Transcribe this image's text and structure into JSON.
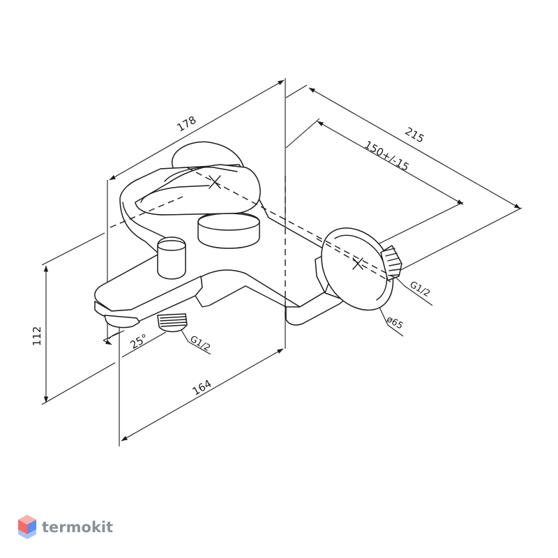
{
  "brand": {
    "name": "termokit",
    "color": "#8a8f98",
    "icon": "cube-logo-icon",
    "icon_colors": [
      "#f26a6a",
      "#5b8ef0"
    ]
  },
  "dimensions": {
    "overall_width": "178",
    "total_projection": "215",
    "wall_distance": "150+/-15",
    "height": "112",
    "spout_reach": "164",
    "spout_angle": "25°",
    "outlet_thread": "G1/2",
    "inlet_thread": "G1/2",
    "flange_diameter": "ø65"
  }
}
